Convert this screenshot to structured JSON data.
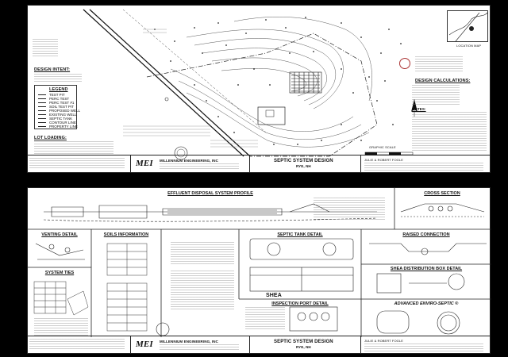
{
  "sheet1": {
    "design_intent_heading": "DESIGN INTENT:",
    "legend_heading": "LEGEND",
    "legend_items": [
      "TEST PIT",
      "PERC TEST",
      "PERC TEST #1",
      "SOIL TEST PIT",
      "PROPOSED WELL",
      "EXISTING WELL",
      "SEPTIC TANK",
      "CONTOUR LINE",
      "PROPERTY LINE"
    ],
    "lot_loading_heading": "LOT LOADING:",
    "design_calc_heading": "DESIGN CALCULATIONS:",
    "notes_heading": "NOTES:",
    "graphic_scale": "GRAPHIC SCALE",
    "location_map": "LOCATION MAP",
    "company": "MILLENNIUM ENGINEERING, INC",
    "logo": "MEI",
    "title": "SEPTIC SYSTEM DESIGN",
    "subtitle": "RYE, NH",
    "owner": "JULIE & ROBERT FOGLE"
  },
  "sheet2": {
    "effluent_title": "EFFLUENT DISPOSAL SYSTEM PROFILE",
    "cross_section_title": "CROSS SECTION",
    "venting_title": "VENTING DETAIL",
    "soils_title": "SOILS INFORMATION",
    "septic_tank_title": "SEPTIC TANK DETAIL",
    "raised_connection_title": "RAISED CONNECTION",
    "system_ties_title": "SYSTEM TIES",
    "distribution_box_title": "SHEA DISTRIBUTION BOX DETAIL",
    "enviro_title": "ADVANCED ENVIRO-SEPTIC ®",
    "inspection_title": "INSPECTION PORT DETAIL",
    "shea_logo": "SHEA",
    "company": "MILLENNIUM ENGINEERING, INC",
    "logo": "MEI",
    "title": "SEPTIC SYSTEM DESIGN",
    "subtitle": "RYE, NH",
    "owner": "JULIE & ROBERT FOGLE"
  }
}
